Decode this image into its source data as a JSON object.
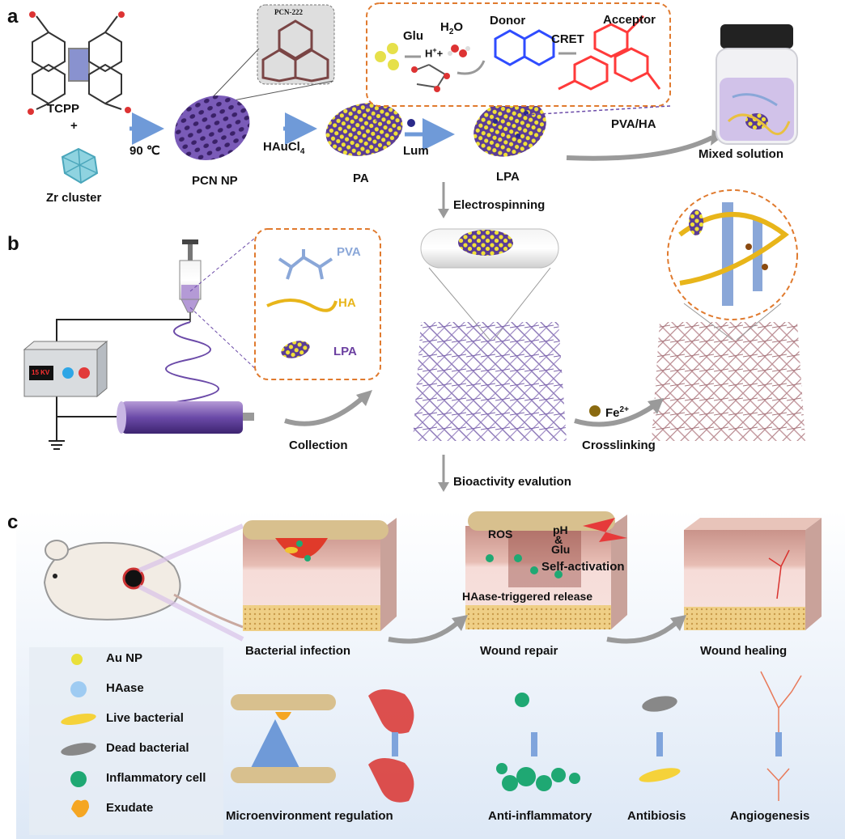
{
  "panels": {
    "a": "a",
    "b": "b",
    "c": "c"
  },
  "panel_a": {
    "tcpp": "TCPP",
    "plus": "+",
    "zr_cluster": "Zr cluster",
    "temp": "90 ℃",
    "pcn_222": "PCN-222",
    "pcn_np": "PCN NP",
    "haucl4": "HAuCl",
    "haucl4_sub": "4",
    "pa": "PA",
    "lum": "Lum",
    "lpa": "LPA",
    "pva_ha": "PVA/HA",
    "mixed_solution": "Mixed solution",
    "inset": {
      "glu": "Glu",
      "h2o2": "H",
      "h2o2_sub": "2",
      "h2o2_o": "O",
      "hplus": "H",
      "hplus_sup": "+",
      "hplus_plus": "+",
      "donor": "Donor",
      "cret": "CRET",
      "acceptor": "Acceptor"
    }
  },
  "steps": {
    "electrospinning": "Electrospinning",
    "collection": "Collection",
    "fe2": "Fe",
    "fe2_sup": "2+",
    "crosslinking": "Crosslinking",
    "bioactivity": "Bioactivity evalution"
  },
  "panel_b": {
    "voltage": "15 KV",
    "pva": "PVA",
    "ha": "HA",
    "lpa": "LPA"
  },
  "panel_c": {
    "bacterial_infection": "Bacterial infection",
    "wound_repair": "Wound repair",
    "wound_healing": "Wound healing",
    "ros": "ROS",
    "ph": "pH",
    "amp": "&",
    "glu": "Glu",
    "self_activation": "Self-activation",
    "haase_release": "HAase-triggered release",
    "legend": [
      "Au NP",
      "HAase",
      "Live bacterial",
      "Dead bacterial",
      "Inflammatory cell",
      "Exudate"
    ],
    "effects": [
      "Microenvironment regulation",
      "Anti-inflammatory",
      "Antibiosis",
      "Angiogenesis"
    ]
  },
  "colors": {
    "purple_np": "#6b4aa8",
    "gold_np": "#e9d72a",
    "dash_orange": "#e07a2e",
    "arrow_blue": "#6f9ad8",
    "arrow_gray": "#9a9a9a",
    "skin_top": "#d9b7a8",
    "skin_mid": "#f3d6d2",
    "fat": "#e8c27a",
    "bandage": "#d8c08e",
    "cell_green": "#1fa873",
    "bg_c": "#e8f0fa"
  }
}
